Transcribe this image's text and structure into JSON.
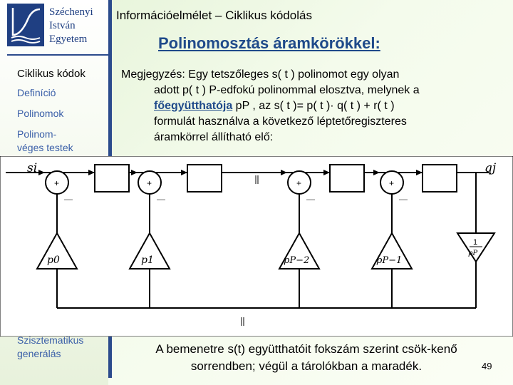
{
  "header": {
    "title": "Információelmélet – Ciklikus kódolás"
  },
  "logo": {
    "line1": "Széchenyi",
    "line2": "István",
    "line3": "Egyetem"
  },
  "sidebar": {
    "heading": "Ciklikus kódok",
    "items": [
      {
        "label": "Definíció"
      },
      {
        "label": "Polinomok"
      },
      {
        "label": "Polinom-"
      },
      {
        "label": "véges testek"
      },
      {
        "label": "Szisztematikus"
      },
      {
        "label": "generálás"
      }
    ]
  },
  "slide": {
    "heading": "Polinomosztás áramkörökkel:",
    "note_lines": [
      "Megjegyzés: Egy tetszőleges s( t ) polinomot egy olyan",
      "adott p( t ) P-edfokú polinommal elosztva, melynek a",
      "főegyütthatója",
      "pP , az s( t )= p( t )· q( t ) + r( t )",
      "formulát használva a következő léptetőregiszteres",
      "áramkörrel állítható elő:"
    ],
    "caption_lines": [
      "A bemenetre s(t) együtthatóit fokszám szerint csök-kenő",
      "sorrendben; végül a tárolókban a maradék."
    ],
    "page_number": "49"
  },
  "diagram": {
    "input_label": "si",
    "output_label": "qj",
    "plus_sign": "+",
    "minus_sign": "—",
    "multipliers": [
      "p0",
      "p1",
      "pP−2",
      "pP−1",
      "1"
    ],
    "last_divisor": "pP"
  }
}
